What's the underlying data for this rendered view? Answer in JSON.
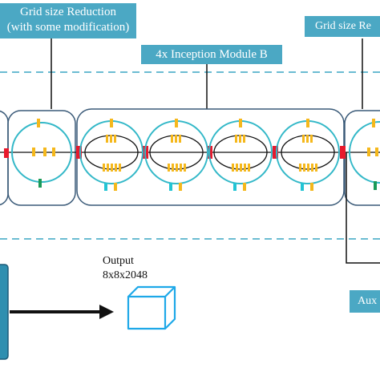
{
  "labels": {
    "grid_reduction_1_line1": "Grid size Reduction",
    "grid_reduction_1_line2": "(with some modification)",
    "inception_b": "4x Inception Module B",
    "grid_reduction_2": "Grid size Re",
    "aux": "Aux",
    "output_title": "Output",
    "output_shape": "8x8x2048"
  },
  "colors": {
    "label_fill": "#4ba8c4",
    "module_border": "#3a5a78",
    "ring": "#33b8c8",
    "concat": "#e8192c",
    "conv_yellow": "#f5b81c",
    "pool_teal": "#23c4d4",
    "pool_green": "#1a9a58",
    "dashed_line": "#3aa6c4",
    "cube": "#1ea8e8"
  }
}
